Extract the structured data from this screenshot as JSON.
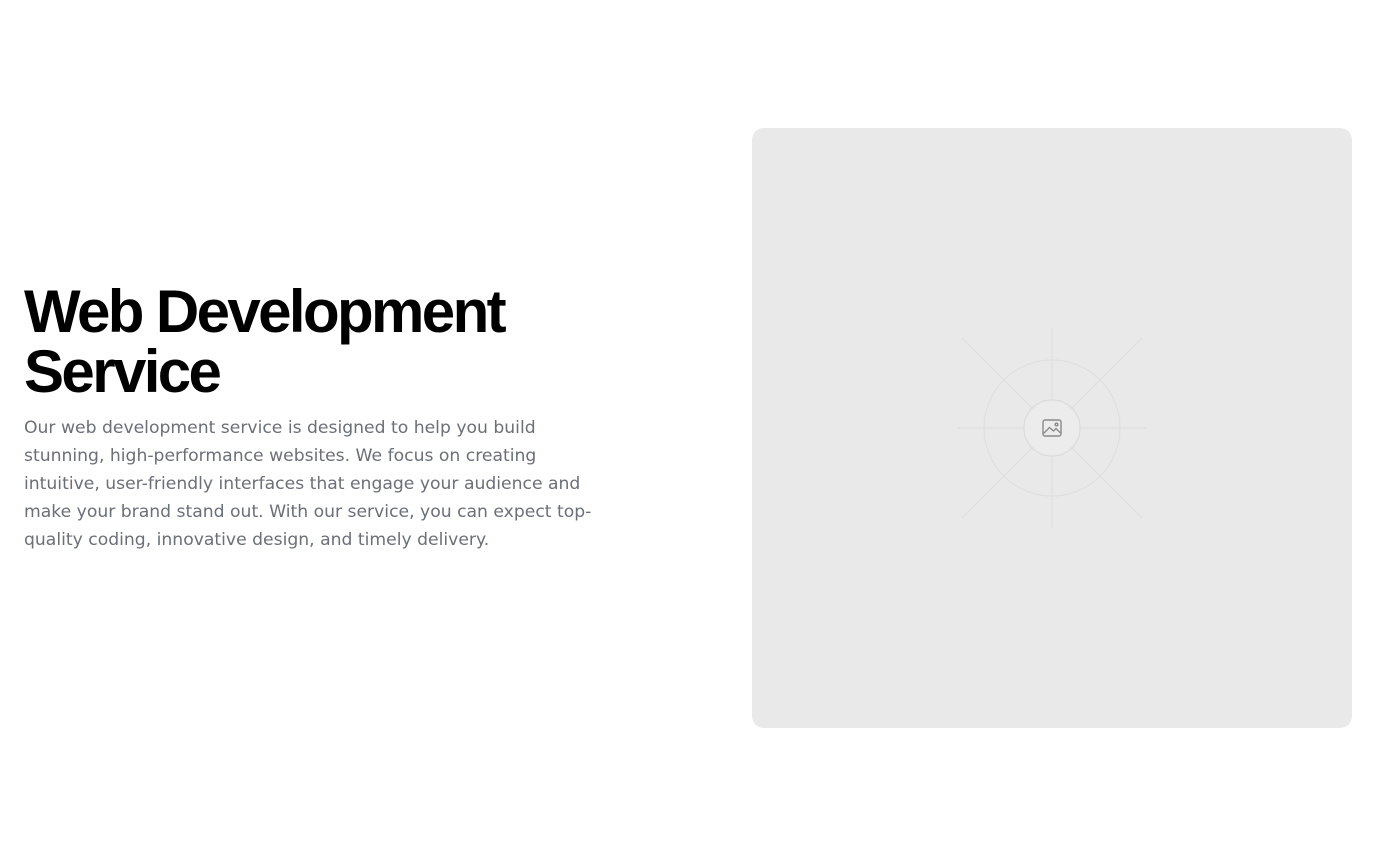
{
  "hero": {
    "title_line1": "Web Development",
    "title_line2": "Service",
    "description": "Our web development service is designed to help you build stunning, high-performance websites. We focus on creating intuitive, user-friendly interfaces that engage your audience and make your brand stand out. With our service, you can expect top-quality coding, innovative design, and timely delivery."
  },
  "media": {
    "icon": "image-icon",
    "background_color": "#e9e9e9"
  },
  "colors": {
    "heading": "#000000",
    "body_text": "#6b6f78",
    "page_background": "#ffffff"
  }
}
